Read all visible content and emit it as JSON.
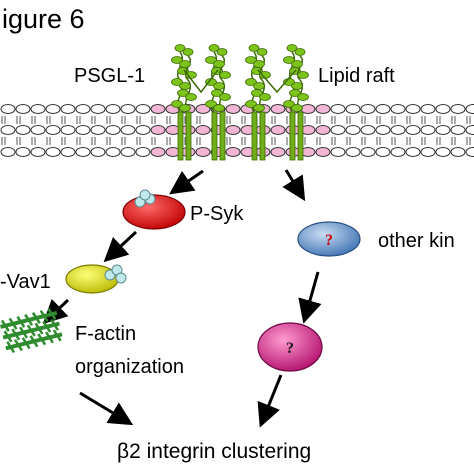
{
  "figure_title": "igure 6",
  "labels": {
    "psgl": "PSGL-1",
    "raft": "Lipid raft",
    "psyk": "P-Syk",
    "pvav": "-Vav1",
    "other_kin": "other kin",
    "factin_line1": "F-actin",
    "factin_line2": "organization",
    "integrin": "β2 integrin clustering",
    "unknown_kinase_mark": "?",
    "unknown_protein_mark": "?"
  },
  "colors": {
    "psyk": "#d40000",
    "vav": "#d7d700",
    "other_kin": "#4f86c6",
    "unknown": "#c2187a",
    "psgl_stem": "#7cc41a",
    "raft_lipid": "#f3b6d6",
    "lipid": "#ffffff",
    "actin": "#2e8b2e",
    "phospho": "#bfe9ec",
    "question": "#cc0000",
    "arrow": "#000000"
  }
}
